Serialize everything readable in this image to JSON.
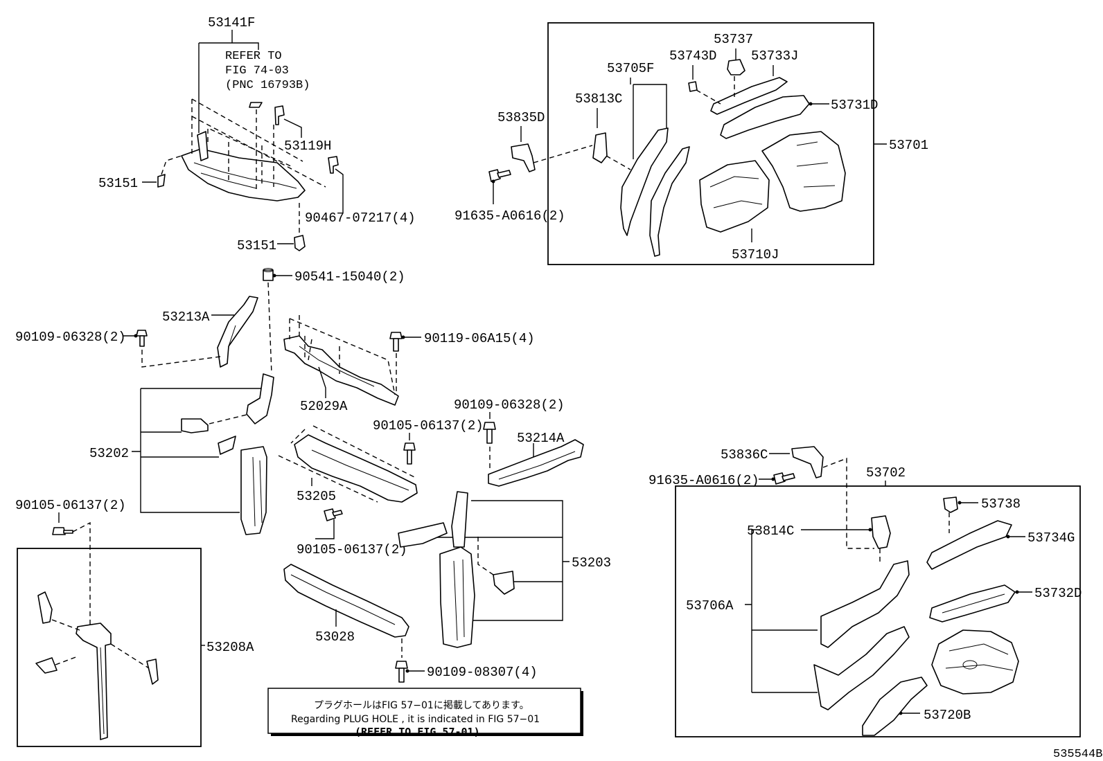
{
  "callouts": {
    "c53141F": "53141F",
    "refer1": "REFER TO",
    "refer2": "FIG 74-03",
    "refer3": "(PNC 16793B)",
    "c53119H": "53119H",
    "c53151a": "53151",
    "c53151b": "53151",
    "c9046707217": "90467-07217(4)",
    "c9054115040": "90541-15040(2)",
    "c53213A": "53213A",
    "c9010906328a": "90109-06328(2)",
    "c9011906A15": "90119-06A15(4)",
    "c52029A": "52029A",
    "c53202": "53202",
    "c9010506137a": "90105-06137(2)",
    "c9010906328b": "90109-06328(2)",
    "c53214A": "53214A",
    "c53205": "53205",
    "c9010506137b": "90105-06137(2)",
    "c9010506137c": "90105-06137(2)",
    "c53203": "53203",
    "c53208A": "53208A",
    "c53028": "53028",
    "c9010908307": "90109-08307(4)",
    "c53737": "53737",
    "c53743D": "53743D",
    "c53733J": "53733J",
    "c53705F": "53705F",
    "c53813C": "53813C",
    "c53835D": "53835D",
    "c53731D": "53731D",
    "c53701": "53701",
    "c91635A0616a": "91635-A0616(2)",
    "c53710J": "53710J",
    "c53836C": "53836C",
    "c91635A0616b": "91635-A0616(2)",
    "c53702": "53702",
    "c53738": "53738",
    "c53814C": "53814C",
    "c53734G": "53734G",
    "c53706A": "53706A",
    "c53732D": "53732D",
    "c53720B": "53720B"
  },
  "note": {
    "jp": "プラグホールはFIG 57−01に掲載してあります。",
    "en": "Regarding  PLUG  HOLE , it is indicated in FIG  57−01",
    "ref": "(REFER TO FIG 57-01)"
  },
  "illustration_id": "535544B"
}
